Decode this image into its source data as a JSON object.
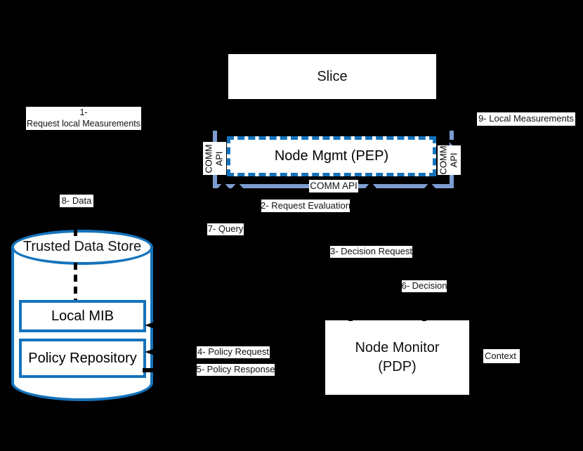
{
  "canvas": {
    "background": "#000000",
    "accent_blue": "#1473bd",
    "light_blue": "#7d9dd2",
    "box_fill": "#ffffff"
  },
  "nodes": {
    "slice": {
      "label": "Slice"
    },
    "node_mgmt": {
      "label": "Node Mgmt (PEP)"
    },
    "comm_api_left": {
      "line1": "COMM",
      "line2": "API"
    },
    "comm_api_right": {
      "line1": "COMM",
      "line2": "API"
    },
    "comm_api_bottom": {
      "label": "COMM API"
    },
    "node_monitor": {
      "line1": "Node Monitor",
      "line2": "(PDP)"
    },
    "trusted_data_store": {
      "label": "Trusted Data Store",
      "local_mib": "Local MIB",
      "policy_repository": "Policy Repository"
    }
  },
  "flow_labels": {
    "step1_line1": "1-",
    "step1_line2": "Request local Measurements",
    "step2": "2- Request Evaluation",
    "step3": "3- Decision Request",
    "step4": "4- Policy Request",
    "step5": "5- Policy Response",
    "step6": "6- Decision",
    "step7": "7- Query",
    "step8": "8- Data",
    "step9": "9- Local Measurements",
    "context": "Context"
  }
}
